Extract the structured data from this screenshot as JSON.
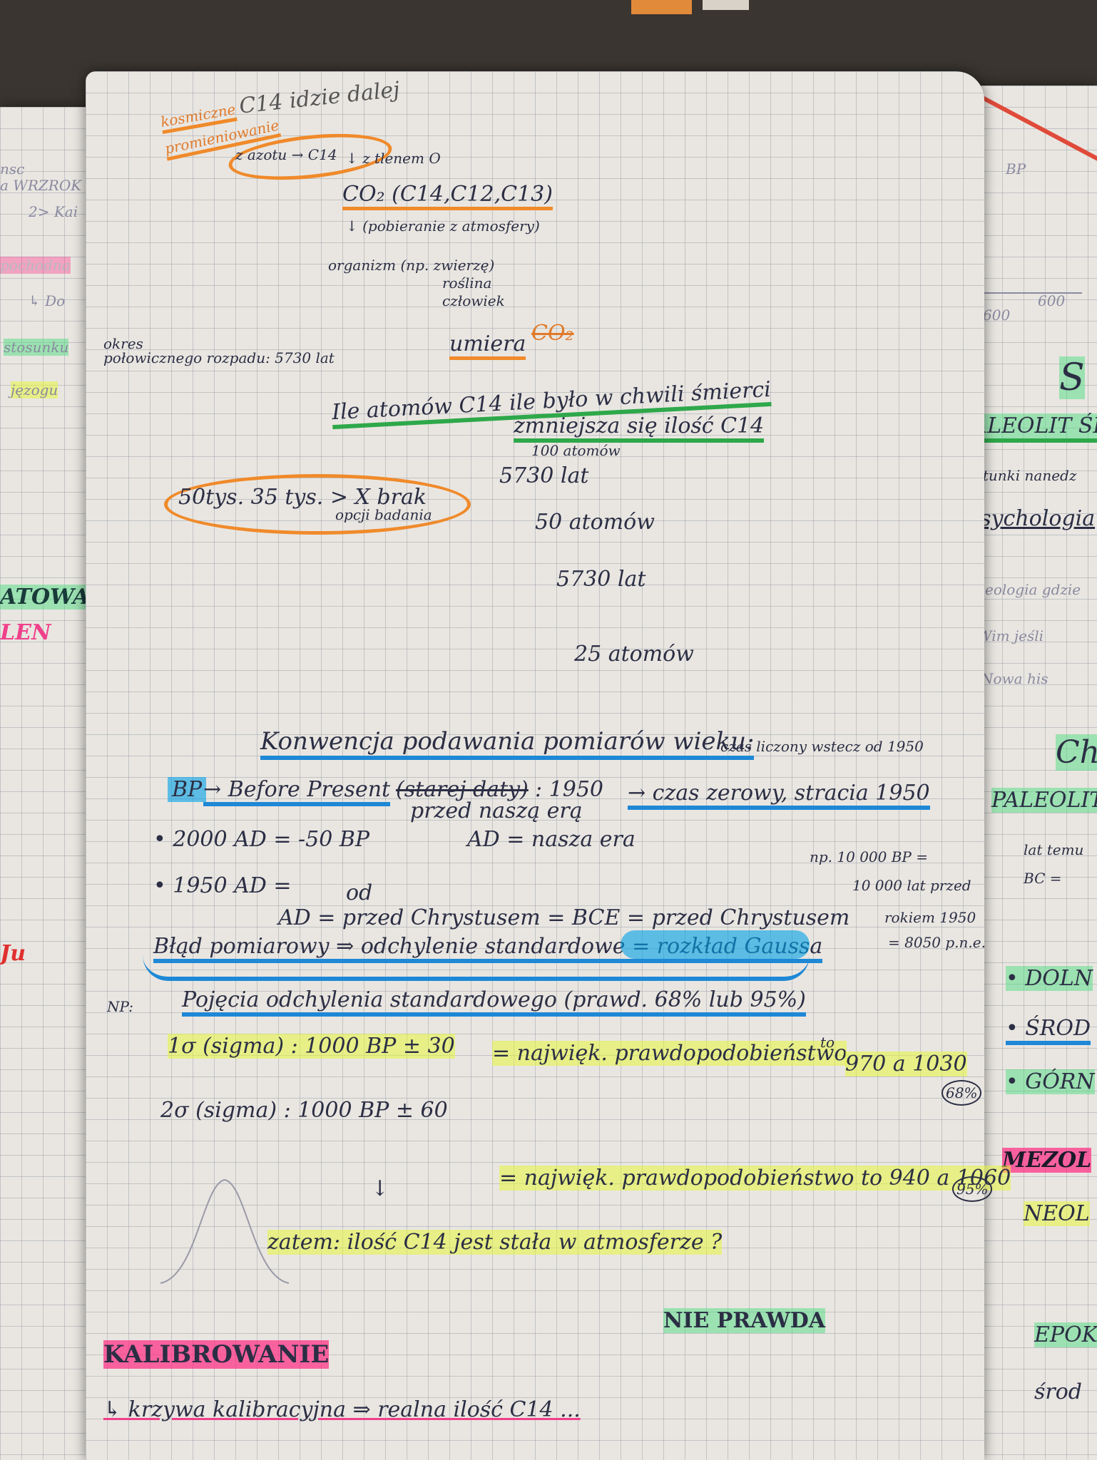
{
  "notes": {
    "flow": {
      "cosmic": "kosmiczne",
      "cosmic2": "promieniowanie",
      "c14_top": "C14 idzie dalej",
      "n14": "z azotu → C14",
      "oxygen": "↓ z tlenem O",
      "co2": "CO₂ (C14,C12,C13)",
      "uptake": "↓ (pobieranie z atmosfery)",
      "organism": "organizm (np. zwierzę)",
      "organism2": "roślina",
      "organism3": "człowiek",
      "dies": "umiera",
      "crossed": "CO₂",
      "halflife_left": "okres",
      "halflife_left2": "połowicznego rozpadu: 5730 lat",
      "count_line": "Ile atomów C14 ile było w chwili śmierci",
      "change": "zmniejsza się ilość C14",
      "atoms100": "100 atomów",
      "years1": "5730 lat",
      "atoms50": "50 atomów",
      "years2": "5730 lat",
      "atoms25": "25 atomów",
      "limit": "50tys. 35 tys. > X brak",
      "limit2": "opcji badania"
    },
    "bp": {
      "heading": "Konwencja podawania pomiarów wieku:",
      "heading_side": "czas liczony wstecz od 1950",
      "bp_tag": "BP",
      "before_present": "→ Before Present",
      "crossed": "(starej daty)",
      "y1950": ": 1950",
      "zero": "→ czas zerowy, stracia 1950",
      "nasza_era": "przed naszą erą",
      "line_2000": "• 2000 AD = -50 BP",
      "ad_def": "AD = nasza era",
      "line_1950": "• 1950 AD =",
      "side_np": "np. 10 000 BP =",
      "side_np2": "10 000 lat przed",
      "side_np3": "rokiem 1950",
      "side_np4": "= 8050 p.n.e.",
      "od": "od",
      "ad_bce": "AD = przed Chrystusem = BCE = przed Chrystusem",
      "bad": "Błąd pomiarowy ⇒ odchylenie standardowe = rozkład Gaussa",
      "np": "NP:",
      "sd_def": "Pojęcia odchylenia standardowego (prawd. 68% lub 95%)",
      "sigma1": "1σ (sigma) : 1000 BP ± 30",
      "sigma1_res": "= najwięk. prawdopodobieństwo",
      "sigma1_to": "to",
      "sigma1_range": "970 a 1030",
      "sigma1_pct": "68%",
      "sigma2": "2σ (sigma) : 1000 BP ± 60",
      "sigma2_res": "= najwięk. prawdopodobieństwo to 940 a 1060",
      "sigma2_pct": "95%",
      "arrow": "↓",
      "therefore": "zatem: ilość C14 jest stała w atmosferze ?",
      "false": "NIE PRAWDA",
      "kalibr": "KALIBROWANIE",
      "kalibr_line": "↳ krzywa kalibracyjna ⇒ realna ilość C14 ..."
    },
    "left_margin": [
      "nsc",
      "a WRZROK",
      "2> Kai",
      "pochodna",
      "↳ Do",
      "stosunku",
      "jęzogu",
      "ATOWA",
      "LEN",
      "Ju"
    ],
    "right_margin": [
      "BP",
      "600",
      "600",
      "S",
      "PALEOLIT ŚR",
      "↳ gatunki nanedz",
      "psychologia",
      "Geologia gdzie",
      "Wim jeśli",
      "Nowa his",
      "Ch",
      "PALEOLIT",
      "lat temu",
      "BC =",
      "• DOLN",
      "• ŚROD",
      "• GÓRN",
      "MEZOL",
      "NEOL",
      "EPOK",
      "środ"
    ]
  }
}
